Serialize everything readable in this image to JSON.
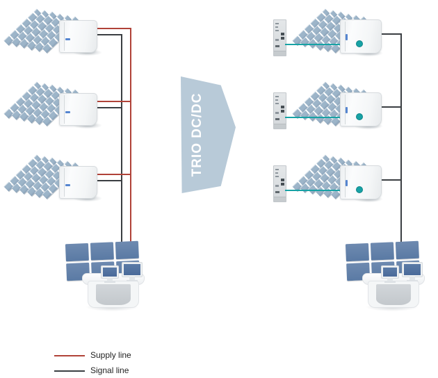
{
  "arrow": {
    "label": "TRIO DC/DC"
  },
  "legend": {
    "supply": {
      "label": "Supply line",
      "color": "#b04238"
    },
    "signal": {
      "label": "Signal line",
      "color": "#3a3e42"
    }
  },
  "colors": {
    "supply-line": "#b04238",
    "signal-line": "#3a3e42",
    "converter-link": "#17a2a5",
    "arrow-fill": "#b8cad8",
    "panel-blue": "#9db5c9",
    "wall-screen-blue": "#5a7aa4",
    "led-blue": "#5585d0"
  },
  "systems": {
    "left": {
      "module_count": 3,
      "components": [
        "solar-array",
        "inverter"
      ],
      "station": "control-room"
    },
    "right": {
      "module_count": 3,
      "components": [
        "trio-dcdc-converter",
        "solar-array",
        "inverter"
      ],
      "station": "control-room"
    }
  }
}
